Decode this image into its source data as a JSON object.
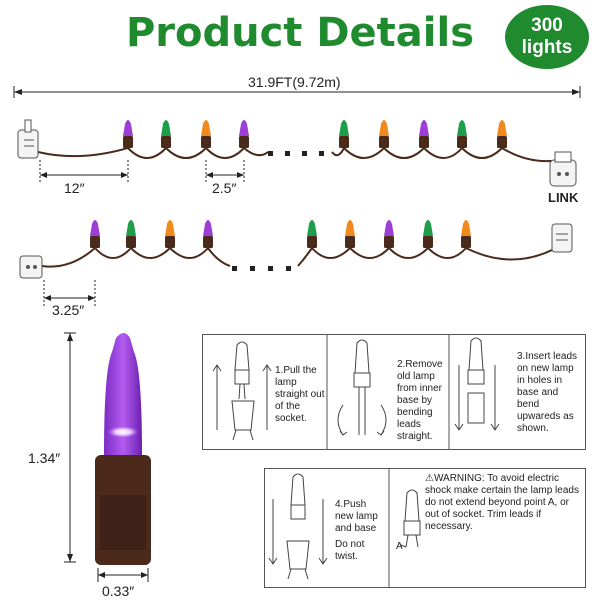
{
  "header": {
    "title": "Product Details",
    "badge_line1": "300",
    "badge_line2": "lights"
  },
  "dimensions": {
    "total_length": "31.9FT(9.72m)",
    "lead_length": "12″",
    "bulb_spacing": "2.5″",
    "end_lead": "3.25″",
    "bulb_height": "1.34″",
    "bulb_width": "0.33″",
    "link_label": "LINK"
  },
  "colors": {
    "brand_green": "#1f8a2e",
    "bulb_purple": "#9b3fd6",
    "bulb_green": "#1e9e4a",
    "bulb_orange": "#f08a1e",
    "wire_brown": "#4a2a1a"
  },
  "instructions": {
    "step1": "1.Pull the lamp straight out of the socket.",
    "step2": "2.Remove old lamp from inner base by bending leads straight.",
    "step3": "3.Insert leads on new lamp in holes in base and bend upwareds as shown.",
    "step4": "4.Push new lamp and base",
    "step4_note": "Do not twist.",
    "warning": "⚠WARNING: To avoid electric shock make certain the lamp leads do not extend beyond point A, or out of socket. Trim leads if necessary.",
    "point_label": "A"
  }
}
